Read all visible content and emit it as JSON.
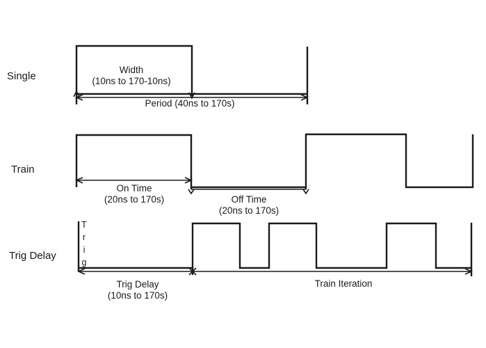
{
  "rows": {
    "single": "Single",
    "train": "Train",
    "trig_delay": "Trig Delay"
  },
  "labels": {
    "width_title": "Width",
    "width_range": "(10ns to 170-10ns)",
    "period": "Period (40ns to 170s)",
    "on_time_title": "On Time",
    "on_time_range": "(20ns to 170s)",
    "off_time_title": "Off Time",
    "off_time_range": "(20ns to 170s)",
    "trig_marker": "Trig",
    "trig_delay_title": "Trig Delay",
    "trig_delay_range": "(10ns to 170s)",
    "train_iteration": "Train Iteration"
  },
  "colors": {
    "line": "#1a1a1a",
    "background": "#ffffff",
    "text": "#1a1a1a"
  }
}
